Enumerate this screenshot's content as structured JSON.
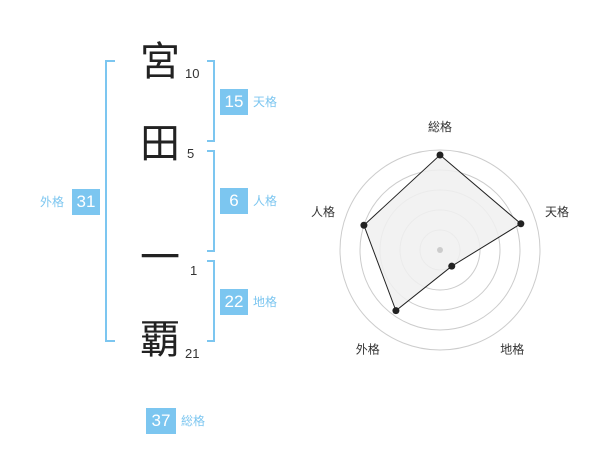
{
  "name": {
    "characters": [
      {
        "char": "宮",
        "strokes": "10"
      },
      {
        "char": "田",
        "strokes": "5"
      },
      {
        "char": "一",
        "strokes": "1"
      },
      {
        "char": "覇",
        "strokes": "21"
      }
    ]
  },
  "fortunes": {
    "tenkaku": {
      "value": "15",
      "label": "天格"
    },
    "jinkaku": {
      "value": "6",
      "label": "人格"
    },
    "chikaku": {
      "value": "22",
      "label": "地格"
    },
    "gaikaku": {
      "value": "31",
      "label": "外格"
    },
    "soukaku": {
      "value": "37",
      "label": "総格"
    }
  },
  "colors": {
    "accent": "#7cc6f0",
    "fill": "#f0f0f0",
    "ring": "#cccccc",
    "line": "#222222"
  },
  "chart_data": {
    "type": "radar",
    "axes": [
      "総格",
      "天格",
      "地格",
      "外格",
      "人格"
    ],
    "values": [
      0.95,
      0.85,
      0.2,
      0.75,
      0.8
    ],
    "rings": 5
  }
}
